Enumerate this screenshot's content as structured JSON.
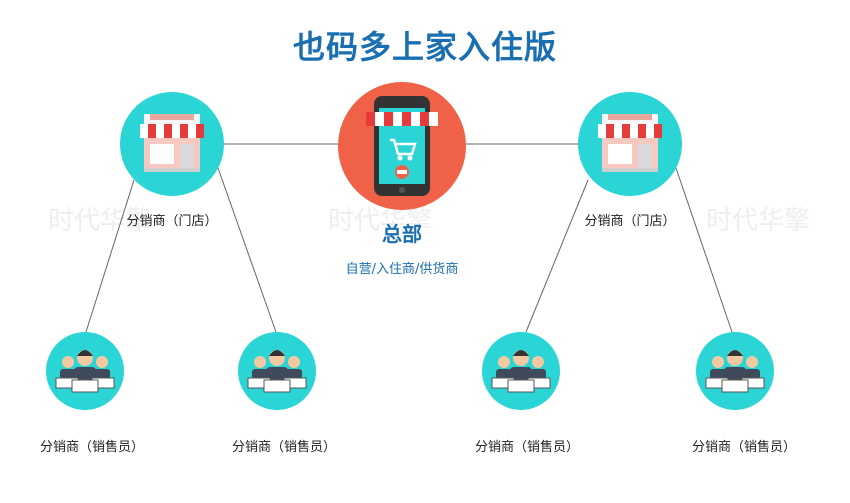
{
  "title": "也码多上家入住版",
  "watermark": "时代华擎",
  "hq": {
    "name": "总部",
    "subtitle": "自营/入住商/供货商"
  },
  "stores": [
    {
      "label": "分销商（门店）"
    },
    {
      "label": "分销商（门店）"
    }
  ],
  "salespeople": [
    {
      "label": "分销商（销售员）"
    },
    {
      "label": "分销商（销售员）"
    },
    {
      "label": "分销商（销售员）"
    },
    {
      "label": "分销商（销售员）"
    }
  ],
  "icons": [
    "storefront-icon",
    "shopping-phone-icon",
    "team-laptop-icon"
  ],
  "colors": {
    "title": "#1a6fb0",
    "node_teal": "#2bd5d5",
    "hq_red": "#f06248",
    "line": "#666666"
  }
}
